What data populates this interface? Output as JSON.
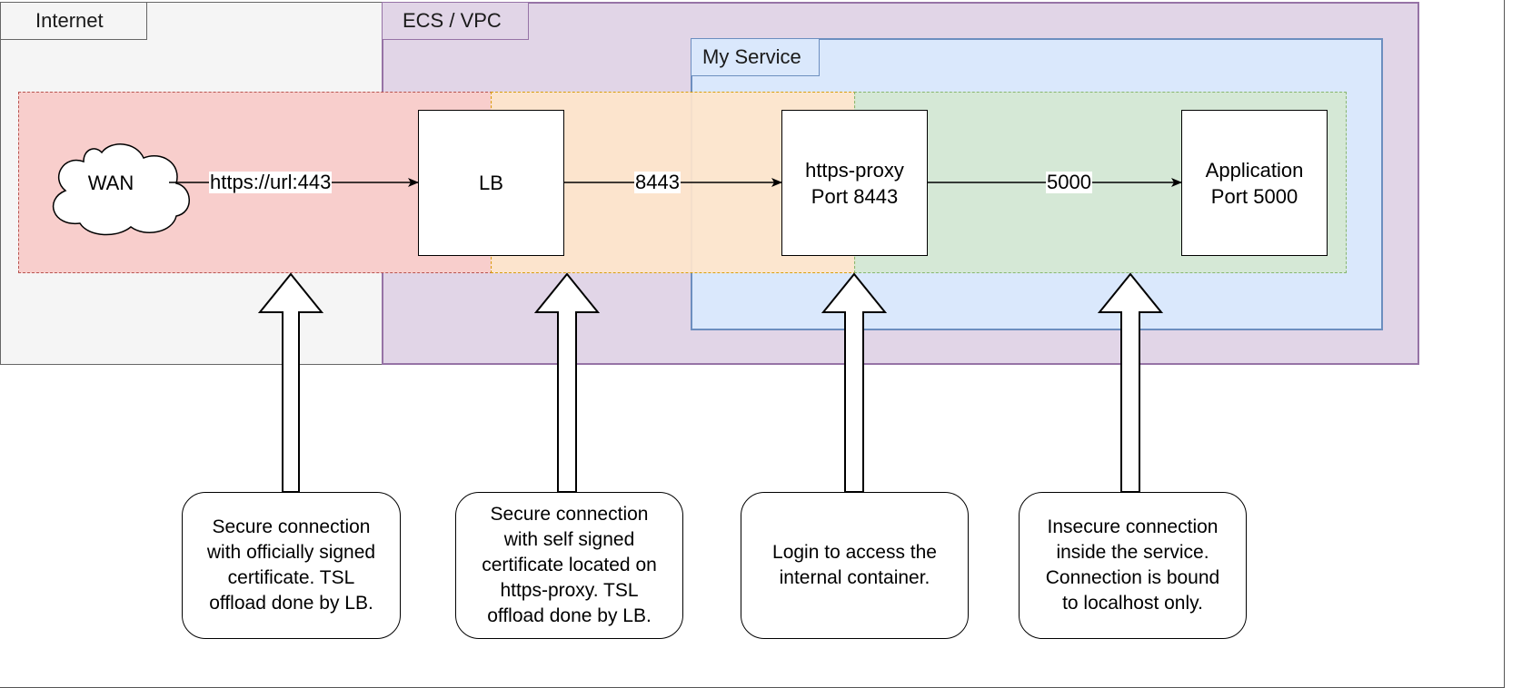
{
  "zones": {
    "internet": {
      "label": "Internet"
    },
    "ecs_vpc": {
      "label": "ECS / VPC"
    },
    "my_service": {
      "label": "My Service"
    }
  },
  "nodes": {
    "wan": {
      "label": "WAN"
    },
    "lb": {
      "label": "LB"
    },
    "proxy": {
      "line1": "https-proxy",
      "line2": "Port 8443"
    },
    "app": {
      "line1": "Application",
      "line2": "Port 5000"
    }
  },
  "edges": {
    "wan_lb": "https://url:443",
    "lb_proxy": "8443",
    "proxy_app": "5000"
  },
  "notes": [
    {
      "lines": [
        "Secure connection",
        "with officially signed",
        "certificate. TSL",
        "offload done by LB."
      ]
    },
    {
      "lines": [
        "Secure connection",
        "with self signed",
        "certificate located on",
        "https-proxy. TSL",
        "offload done by LB."
      ]
    },
    {
      "lines": [
        "Login to access the",
        "internal container."
      ]
    },
    {
      "lines": [
        "Insecure connection",
        "inside the service.",
        "Connection is bound",
        "to localhost only."
      ]
    }
  ],
  "colors": {
    "internet_fill": "#f5f5f5",
    "internet_border": "#666666",
    "vpc_fill": "#e1d5e7",
    "vpc_border": "#9673a6",
    "service_fill": "#dae8fc",
    "service_border": "#6c8ebf",
    "red_fill": "#f8cecc",
    "red_border": "#b85450",
    "orange_fill": "#ffe6cc",
    "orange_border": "#d79b00",
    "green_fill": "#d5e8d4",
    "green_border": "#82b366"
  }
}
